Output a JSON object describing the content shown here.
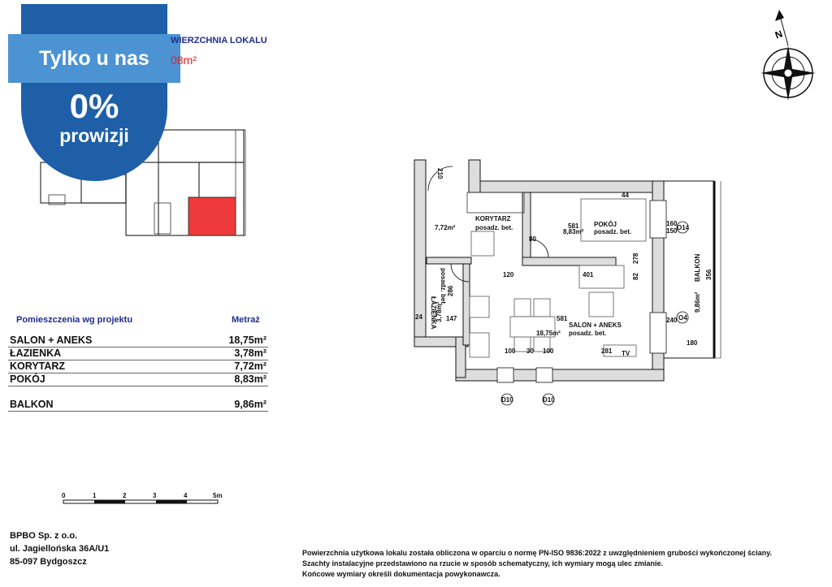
{
  "promo": {
    "line1": "Tylko u nas",
    "line2": "0%",
    "line3": "prowizji"
  },
  "header": {
    "label_partial": "WIERZCHNIA LOKALU",
    "area_partial": "08m²"
  },
  "rooms_table": {
    "heading": "Pomieszczenia wg projektu",
    "metric_heading": "Metraż",
    "rows": [
      {
        "name": "SALON + ANEKS",
        "area": "18,75m²"
      },
      {
        "name": "ŁAZIENKA",
        "area": "3,78m²"
      },
      {
        "name": "KORYTARZ",
        "area": "7,72m²"
      },
      {
        "name": "POKÓJ",
        "area": "8,83m²"
      }
    ],
    "balcony": {
      "name": "BALKON",
      "area": "9,86m²"
    }
  },
  "scale_bar": {
    "labels": [
      "0",
      "1",
      "2",
      "3",
      "4",
      "5m"
    ]
  },
  "company": {
    "name": "BPBO Sp. z o.o.",
    "street": "ul. Jagiellońska 36A/U1",
    "city": "85-097 Bydgoszcz"
  },
  "notes": [
    "Powierzchnia użytkowa lokalu została obliczona w oparciu o normę PN-ISO 9836:2022 z uwzględnieniem grubości wykończonej ściany.",
    "Szachty instalacyjne przedstawiono na rzucie w sposób schematyczny, ich wymiary mogą ulec zmianie.",
    "Końcowe wymiary określi dokumentacja powykonawcza."
  ],
  "compass": {
    "letter": "N"
  },
  "plan": {
    "labels": {
      "korytarz": "KORYTARZ",
      "korytarz_area": "7,72m²",
      "korytarz_floor": "posadz. bet.",
      "pokoj": "POKÓJ",
      "pokoj_area": "8,83m²",
      "pokoj_floor": "posadz. bet.",
      "salon": "SALON + ANEKS",
      "salon_area": "18,75m²",
      "salon_floor": "posadz. bet.",
      "lazienka": "ŁAZIENKA",
      "lazienka_area": "3,78m²",
      "lazienka_floor": "posadz. bet.",
      "balkon": "BALKON",
      "balkon_area": "9,86m²"
    },
    "dims": {
      "d210": "210",
      "d120": "120",
      "d401": "401",
      "d581a": "581",
      "d581b": "581",
      "d100a": "100",
      "d30": "30",
      "d100b": "100",
      "d281": "281",
      "d180": "180",
      "d356": "356",
      "d80": "80",
      "d286": "286",
      "d147": "147",
      "d24": "24",
      "d82": "82",
      "d278": "278",
      "d160": "160",
      "d150": "150",
      "d240": "240",
      "d44": "44"
    },
    "markers": {
      "o14": "O14",
      "o4": "O4",
      "d10a": "D10",
      "d10b": "D10"
    },
    "tv": "TV"
  }
}
